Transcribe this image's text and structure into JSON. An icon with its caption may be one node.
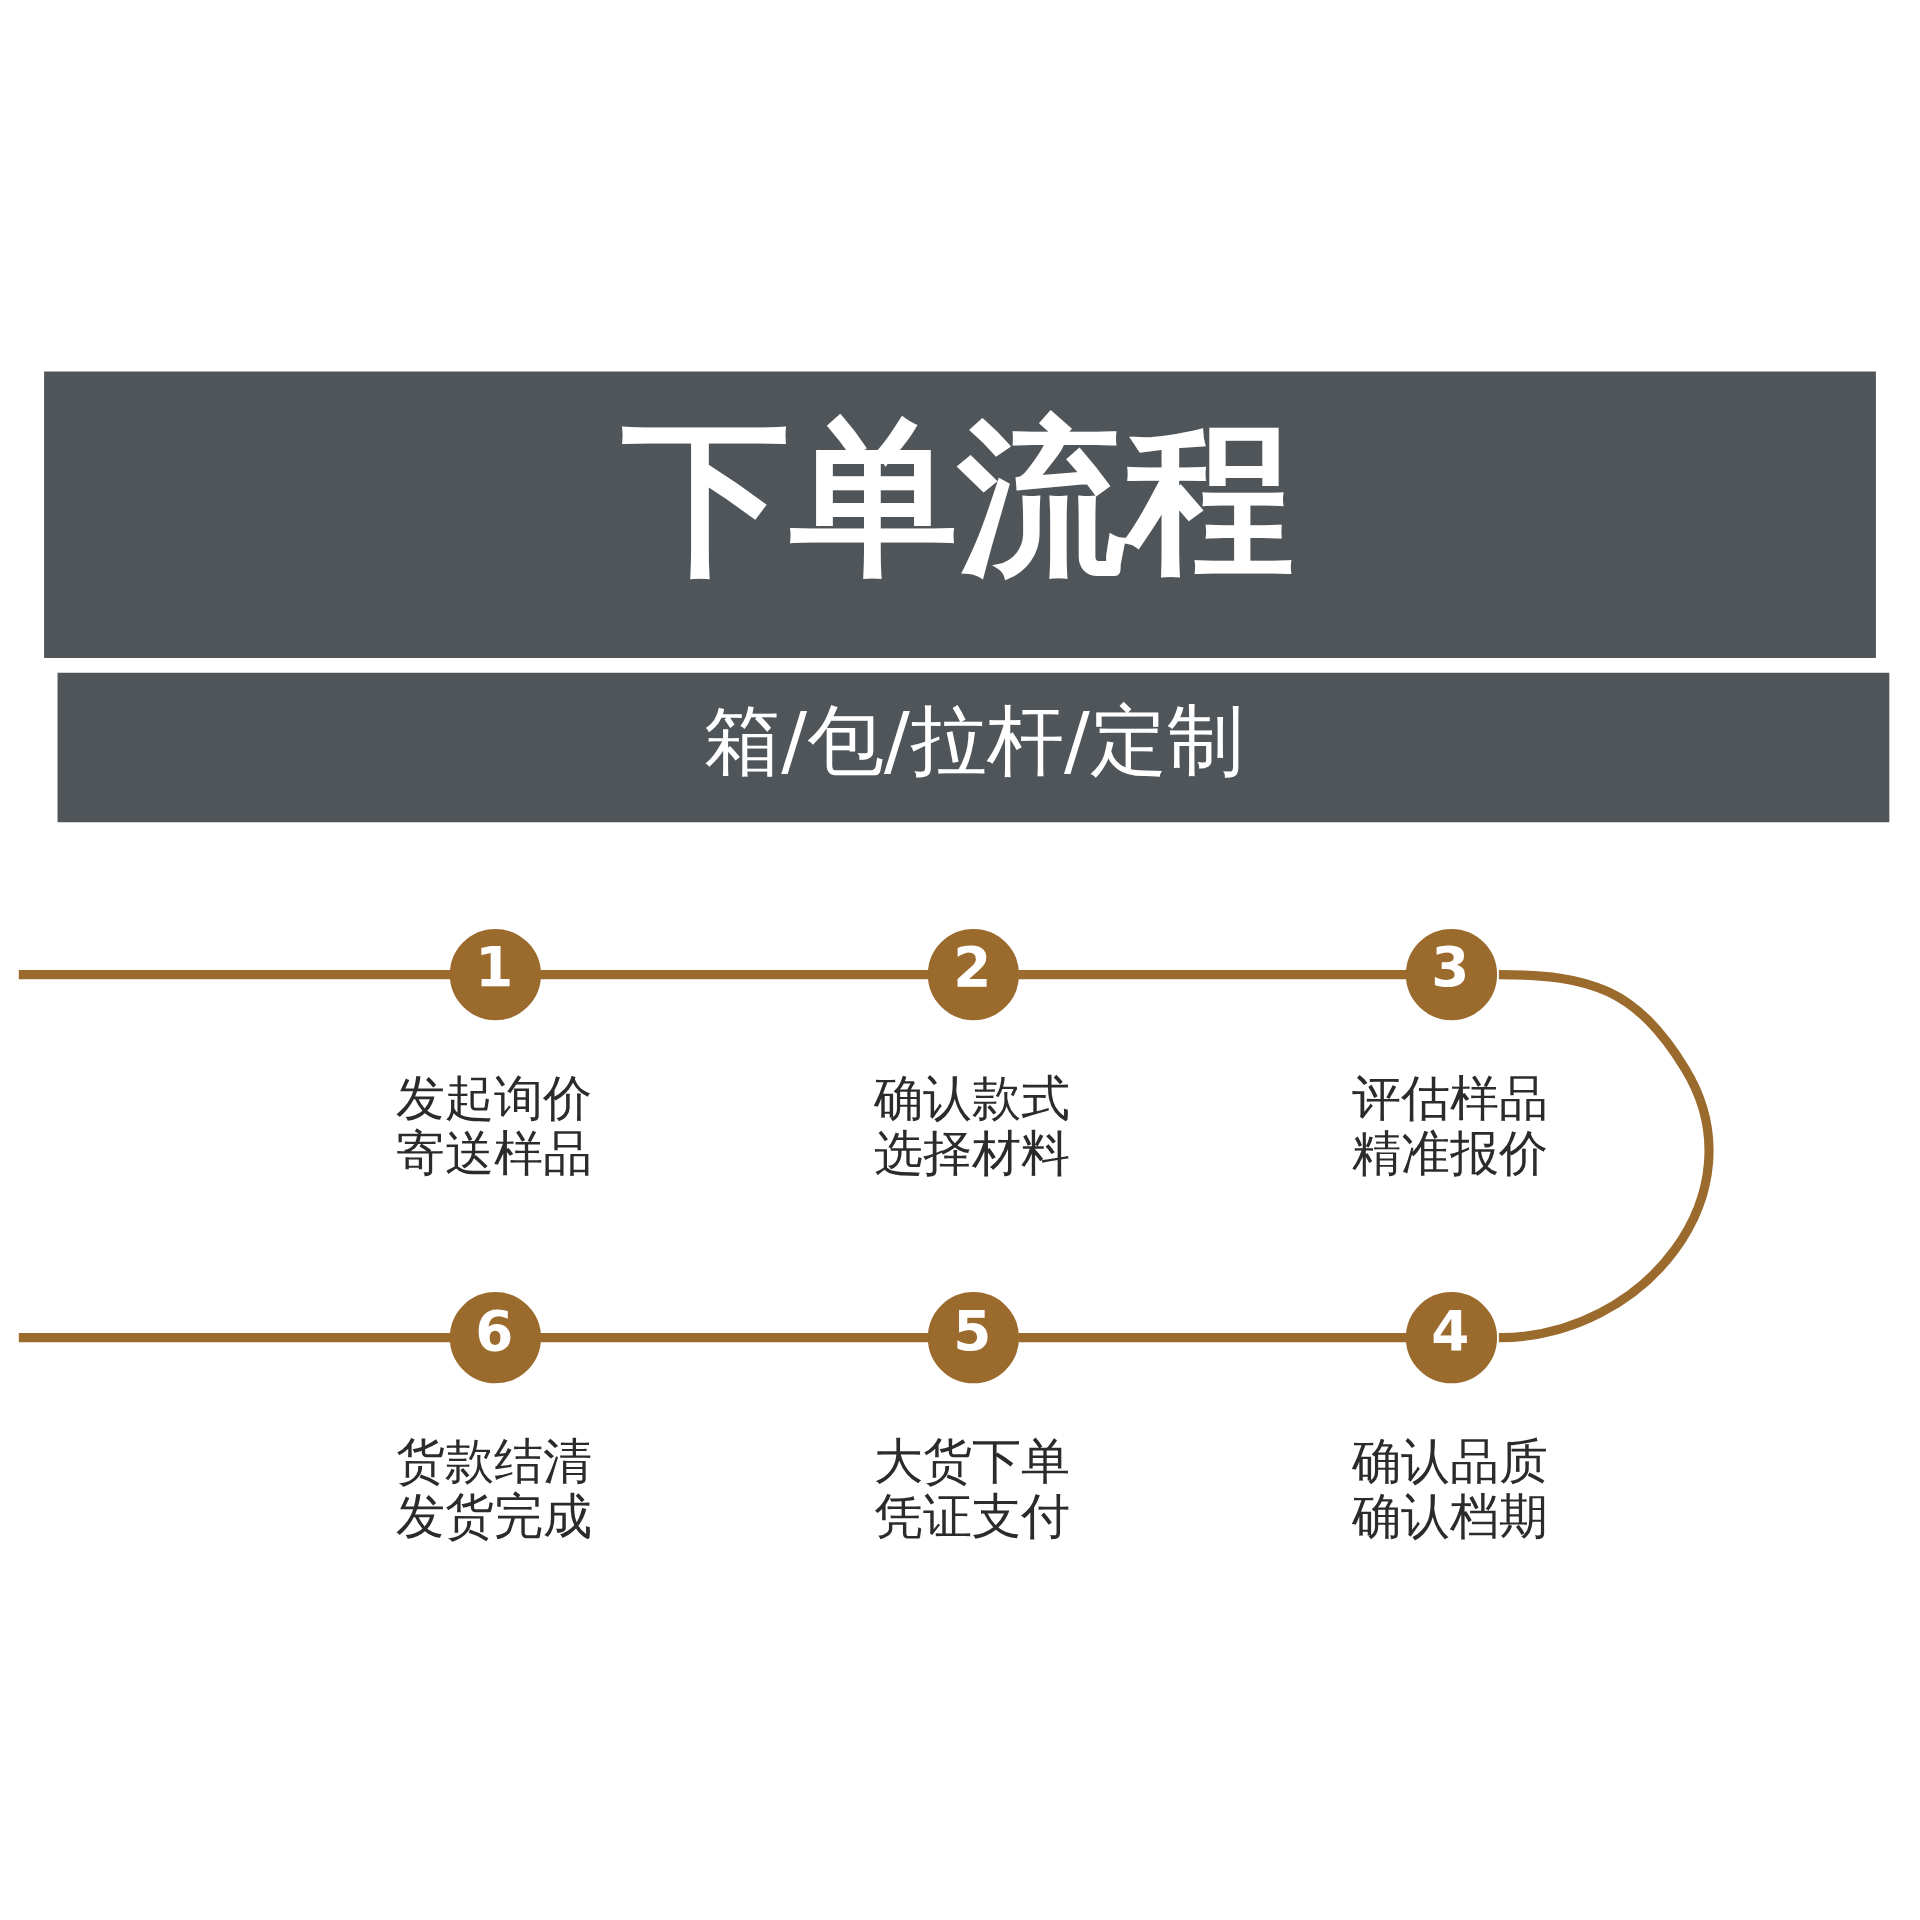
{
  "diagram": {
    "title": "下单流程",
    "nodes": [
      {
        "text": [
          "1"
        ],
        "beside": [
          "发起询价",
          "寄送样品"
        ]
      },
      {
        "text": [
          "2"
        ],
        "beside": [
          "确认款式",
          "选择材料"
        ]
      },
      {
        "text": [
          "3"
        ],
        "beside": [
          "评估样品",
          "精准报价"
        ]
      },
      {
        "text": [
          "4"
        ],
        "beside": [
          "确认品质",
          "确认档期"
        ]
      },
      {
        "text": [
          "5"
        ],
        "beside": [
          "大货下单",
          "凭证支付"
        ]
      },
      {
        "text": [
          "6"
        ],
        "beside": [
          "货款结清",
          "发货完成"
        ]
      }
    ],
    "edges": [
      {
        "from": null,
        "to": 0,
        "arrow": "none"
      },
      {
        "from": 0,
        "to": 1,
        "arrow": "none"
      },
      {
        "from": 1,
        "to": 2,
        "arrow": "none"
      },
      {
        "from": 2,
        "to": 3,
        "arrow": "none"
      },
      {
        "from": 3,
        "to": 4,
        "arrow": "none"
      },
      {
        "from": 4,
        "to": 5,
        "arrow": "none"
      },
      {
        "from": 5,
        "to": null,
        "arrow": "none"
      }
    ],
    "labels": [
      "箱/包/拉杆/定制"
    ]
  }
}
